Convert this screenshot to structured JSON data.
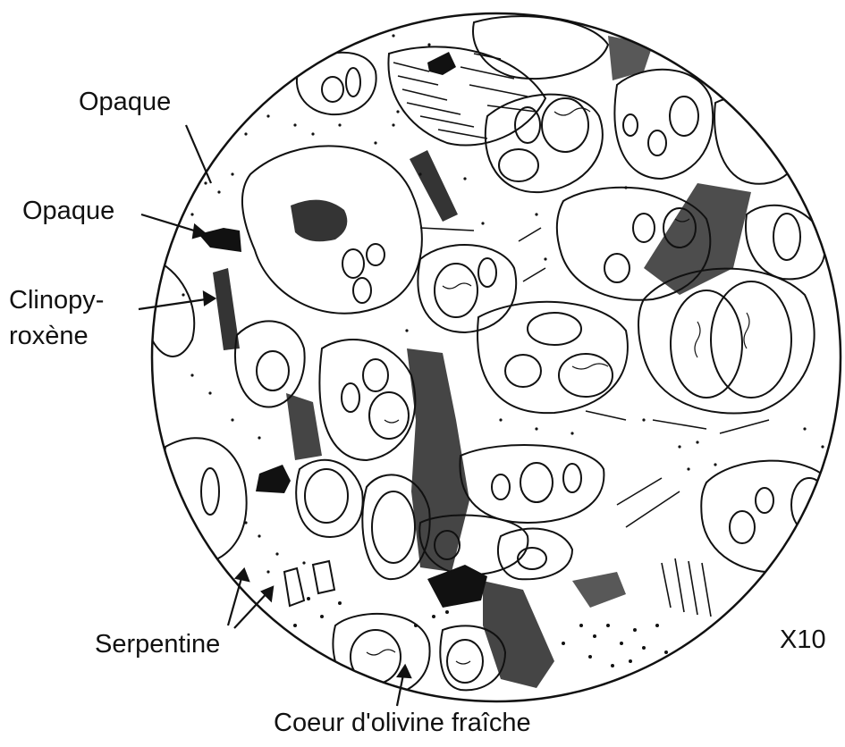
{
  "labels": {
    "opaque_1": "Opaque",
    "opaque_2": "Opaque",
    "clinopyroxene_line1": "Clinopy-",
    "clinopyroxene_line2": "roxène",
    "serpentine": "Serpentine",
    "olivine_core": "Coeur d'olivine fraîche",
    "magnification": "X10"
  },
  "colors": {
    "ink": "#111111",
    "paper": "#ffffff"
  }
}
